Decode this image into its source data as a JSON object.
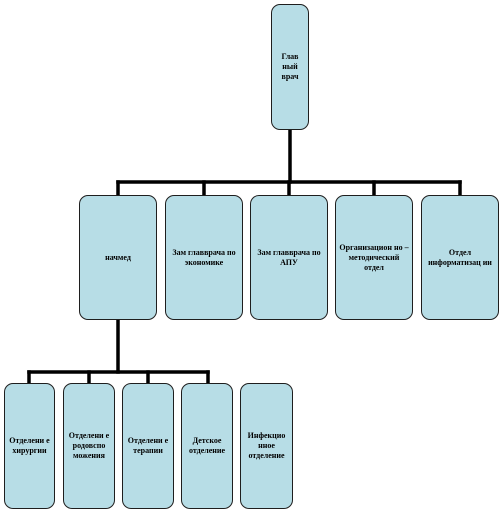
{
  "org_chart": {
    "root": {
      "label": "Глав ный врач"
    },
    "level2": [
      {
        "label": "начмед"
      },
      {
        "label": "Зам главврача по экономике"
      },
      {
        "label": "Зам главврача по АПУ"
      },
      {
        "label": "Организацион но – методический отдел"
      },
      {
        "label": "Отдел информатизац ии"
      }
    ],
    "level3": [
      {
        "label": "Отделени е хирургии"
      },
      {
        "label": "Отделени е родовспо можения"
      },
      {
        "label": "Отделени е терапии"
      },
      {
        "label": "Детское отделение"
      },
      {
        "label": "Инфекцио нное отделение"
      }
    ]
  },
  "colors": {
    "box_fill": "#b7dde6",
    "box_border": "#1e1e1e",
    "connector": "#000000"
  }
}
